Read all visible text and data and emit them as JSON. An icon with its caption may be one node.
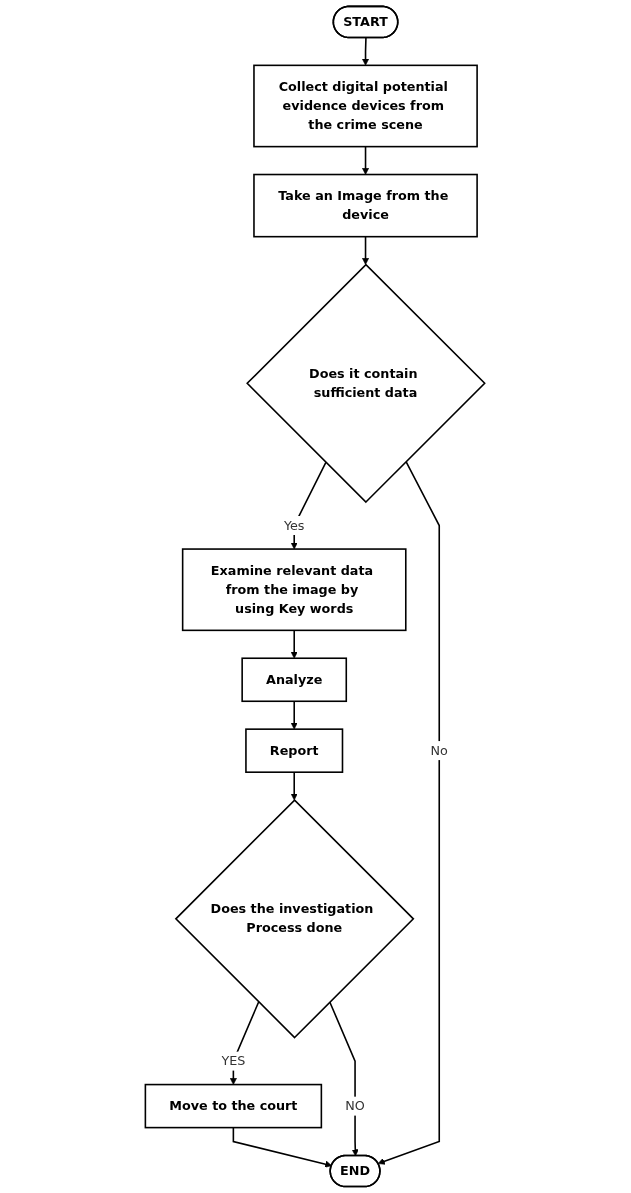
{
  "diagram": {
    "nodes": [
      {
        "text": [
          "START"
        ]
      },
      {
        "text": [
          "Collect digital potential evidence devices from the crime scene"
        ]
      },
      {
        "text": [
          "Take an Image from the device"
        ]
      },
      {
        "text": [
          "Does it contain sufficient data"
        ]
      },
      {
        "text": [
          "Examine relevant data from the image by using Key words"
        ]
      },
      {
        "text": [
          "Analyze"
        ]
      },
      {
        "text": [
          "Report"
        ]
      },
      {
        "text": [
          "Does the investigation Process done"
        ]
      },
      {
        "text": [
          "Move to the court"
        ]
      },
      {
        "text": [
          "END"
        ]
      }
    ],
    "edges": [
      {
        "from": 0,
        "to": 1,
        "arrow": "to"
      },
      {
        "from": 1,
        "to": 2,
        "arrow": "to"
      },
      {
        "from": 2,
        "to": 3,
        "arrow": "to"
      },
      {
        "from": 3,
        "to": 4,
        "arrow": "to",
        "label": "Yes"
      },
      {
        "from": 4,
        "to": 5,
        "arrow": "to"
      },
      {
        "from": 5,
        "to": 6,
        "arrow": "to"
      },
      {
        "from": 6,
        "to": 7,
        "arrow": "to"
      },
      {
        "from": 7,
        "to": 8,
        "arrow": "to",
        "label": "YES"
      },
      {
        "from": 8,
        "to": 9,
        "arrow": "to"
      },
      {
        "from": 3,
        "to": 9,
        "arrow": "to",
        "label": "No"
      },
      {
        "from": 7,
        "to": 9,
        "arrow": "to",
        "label": "NO"
      }
    ]
  }
}
